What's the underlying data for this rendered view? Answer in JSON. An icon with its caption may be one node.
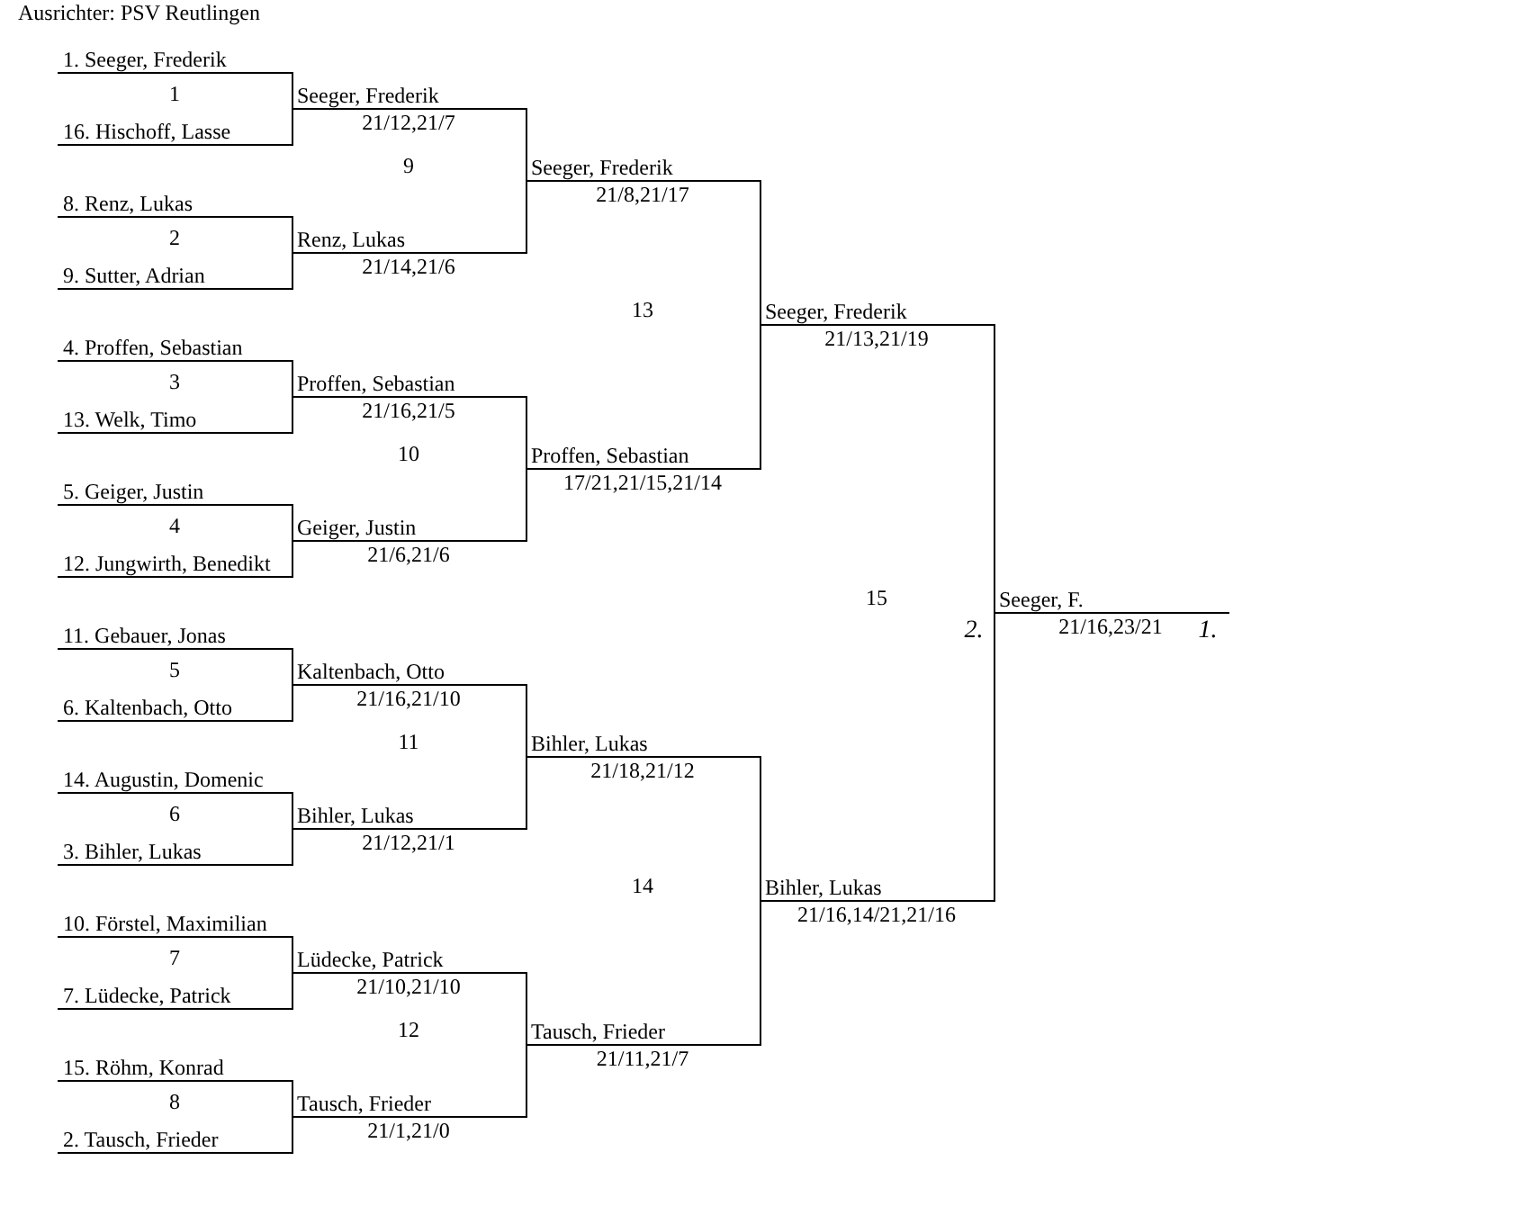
{
  "diagram": {
    "title": "Ausrichter: PSV Reutlingen",
    "nodes": [
      {
        "text": [
          "1. Seeger, Frederik"
        ]
      },
      {
        "text": [
          "16. Hischoff, Lasse"
        ]
      },
      {
        "text": [
          "8. Renz, Lukas"
        ]
      },
      {
        "text": [
          "9. Sutter, Adrian"
        ]
      },
      {
        "text": [
          "4. Proffen, Sebastian"
        ]
      },
      {
        "text": [
          "13. Welk, Timo"
        ]
      },
      {
        "text": [
          "5. Geiger, Justin"
        ]
      },
      {
        "text": [
          "12. Jungwirth, Benedikt"
        ]
      },
      {
        "text": [
          "11. Gebauer, Jonas"
        ]
      },
      {
        "text": [
          "6. Kaltenbach, Otto"
        ]
      },
      {
        "text": [
          "14. Augustin, Domenic"
        ]
      },
      {
        "text": [
          "3. Bihler, Lukas"
        ]
      },
      {
        "text": [
          "10. Förstel, Maximilian"
        ]
      },
      {
        "text": [
          "7. Lüdecke, Patrick"
        ]
      },
      {
        "text": [
          "15. Röhm, Konrad"
        ]
      },
      {
        "text": [
          "2. Tausch, Frieder"
        ]
      },
      {
        "text": [
          "Seeger, Frederik"
        ],
        "beside": [
          "21/12,21/7"
        ]
      },
      {
        "text": [
          "Renz, Lukas"
        ],
        "beside": [
          "21/14,21/6"
        ]
      },
      {
        "text": [
          "Proffen, Sebastian"
        ],
        "beside": [
          "21/16,21/5"
        ]
      },
      {
        "text": [
          "Geiger, Justin"
        ],
        "beside": [
          "21/6,21/6"
        ]
      },
      {
        "text": [
          "Kaltenbach, Otto"
        ],
        "beside": [
          "21/16,21/10"
        ]
      },
      {
        "text": [
          "Bihler, Lukas"
        ],
        "beside": [
          "21/12,21/1"
        ]
      },
      {
        "text": [
          "Lüdecke, Patrick"
        ],
        "beside": [
          "21/10,21/10"
        ]
      },
      {
        "text": [
          "Tausch, Frieder"
        ],
        "beside": [
          "21/1,21/0"
        ]
      },
      {
        "text": [
          "Seeger, Frederik"
        ],
        "beside": [
          "21/8,21/17"
        ]
      },
      {
        "text": [
          "Proffen, Sebastian"
        ],
        "beside": [
          "17/21,21/15,21/14"
        ]
      },
      {
        "text": [
          "Bihler, Lukas"
        ],
        "beside": [
          "21/18,21/12"
        ]
      },
      {
        "text": [
          "Tausch, Frieder"
        ],
        "beside": [
          "21/11,21/7"
        ]
      },
      {
        "text": [
          "Seeger, Frederik"
        ],
        "beside": [
          "21/13,21/19"
        ]
      },
      {
        "text": [
          "Bihler, Lukas"
        ],
        "beside": [
          "21/16,14/21,21/16"
        ]
      },
      {
        "text": [
          "Seeger, F."
        ],
        "beside": [
          "21/16,23/21"
        ]
      }
    ],
    "edges": [
      {
        "from": 0,
        "to": 16,
        "arrow": "none"
      },
      {
        "from": 1,
        "to": 16,
        "arrow": "none"
      },
      {
        "from": 2,
        "to": 17,
        "arrow": "none"
      },
      {
        "from": 3,
        "to": 17,
        "arrow": "none"
      },
      {
        "from": 4,
        "to": 18,
        "arrow": "none"
      },
      {
        "from": 5,
        "to": 18,
        "arrow": "none"
      },
      {
        "from": 6,
        "to": 19,
        "arrow": "none"
      },
      {
        "from": 7,
        "to": 19,
        "arrow": "none"
      },
      {
        "from": 8,
        "to": 20,
        "arrow": "none"
      },
      {
        "from": 9,
        "to": 20,
        "arrow": "none"
      },
      {
        "from": 10,
        "to": 21,
        "arrow": "none"
      },
      {
        "from": 11,
        "to": 21,
        "arrow": "none"
      },
      {
        "from": 12,
        "to": 22,
        "arrow": "none"
      },
      {
        "from": 13,
        "to": 22,
        "arrow": "none"
      },
      {
        "from": 14,
        "to": 23,
        "arrow": "none"
      },
      {
        "from": 15,
        "to": 23,
        "arrow": "none"
      },
      {
        "from": 16,
        "to": 24,
        "arrow": "none"
      },
      {
        "from": 17,
        "to": 24,
        "arrow": "none"
      },
      {
        "from": 18,
        "to": 25,
        "arrow": "none"
      },
      {
        "from": 19,
        "to": 25,
        "arrow": "none"
      },
      {
        "from": 20,
        "to": 26,
        "arrow": "none"
      },
      {
        "from": 21,
        "to": 26,
        "arrow": "none"
      },
      {
        "from": 22,
        "to": 27,
        "arrow": "none"
      },
      {
        "from": 23,
        "to": 27,
        "arrow": "none"
      },
      {
        "from": 24,
        "to": 28,
        "arrow": "none"
      },
      {
        "from": 25,
        "to": 28,
        "arrow": "none"
      },
      {
        "from": 26,
        "to": 29,
        "arrow": "none"
      },
      {
        "from": 27,
        "to": 29,
        "arrow": "none"
      },
      {
        "from": 28,
        "to": 30,
        "arrow": "none"
      },
      {
        "from": 29,
        "to": 30,
        "arrow": "none"
      }
    ],
    "labels": [
      "1",
      "9",
      "2",
      "13",
      "3",
      "10",
      "4",
      "15",
      "2.",
      "1.",
      "5",
      "11",
      "6",
      "14",
      "7",
      "12",
      "8"
    ]
  }
}
